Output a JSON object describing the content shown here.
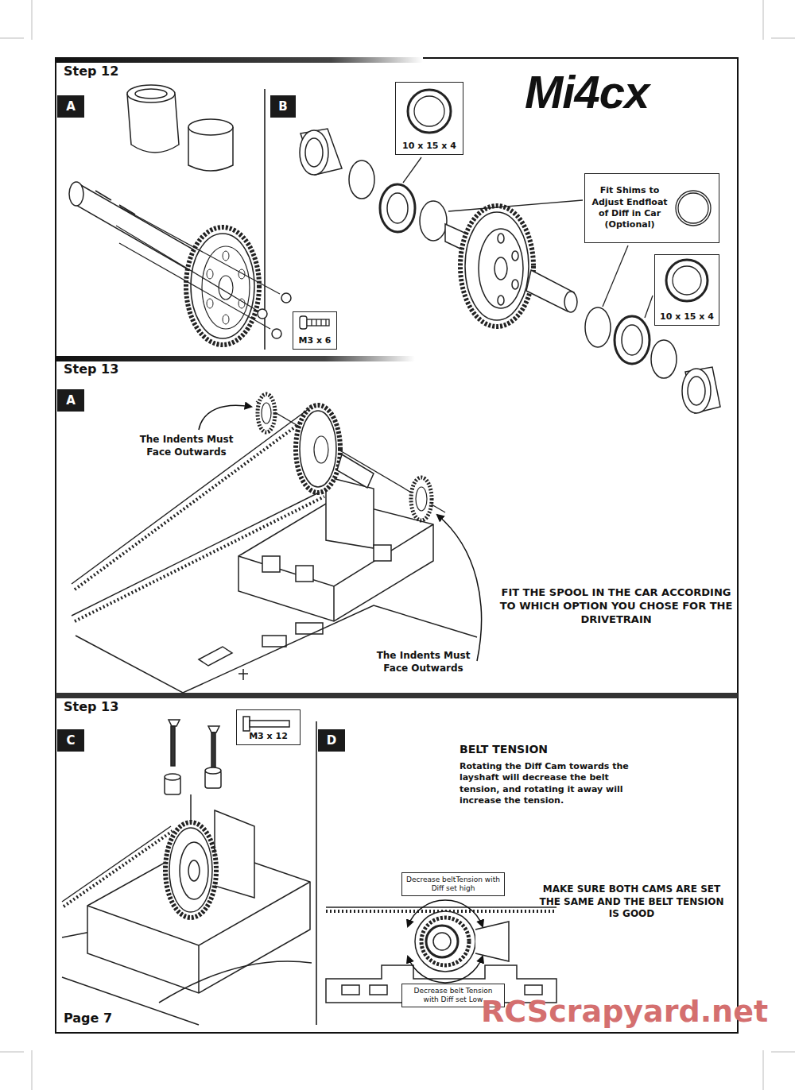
{
  "diagram": {
    "nodes": [
      {
        "text": [
          "A"
        ]
      },
      {
        "text": [
          "B"
        ]
      },
      {
        "text": [
          "10 x 15 x 4"
        ]
      },
      {
        "text": [
          "Fit Shims to Adjust Endfloat of Diff in Car (Optional)"
        ]
      },
      {
        "text": [
          "10 x 15 x 4"
        ]
      },
      {
        "text": [
          "M3 x 6"
        ]
      },
      {
        "text": [
          "A"
        ]
      },
      {
        "text": [
          "C"
        ]
      },
      {
        "text": [
          "M3 x 12"
        ]
      },
      {
        "text": [
          "D"
        ]
      },
      {
        "text": [
          "Decrease beltTension with Diff set high"
        ]
      },
      {
        "text": [
          "Decrease belt Tension with Diff set Low"
        ]
      }
    ],
    "labels": [
      "Step 12",
      "Mi4cx",
      "Step 13",
      "The Indents Must Face Outwards",
      "FIT THE SPOOL IN THE CAR ACCORDING TO WHICH OPTION YOU CHOSE FOR THE DRIVETRAIN",
      "The Indents Must Face Outwards",
      "Step 13",
      "BELT TENSION",
      "Rotating the Diff Cam towards the layshaft will decrease the belt tension, and rotating it away will increase the tension.",
      "MAKE SURE BOTH CAMS ARE SET THE SAME AND THE BELT TENSION IS GOOD",
      "Page 7",
      "RCScrapyard.net"
    ]
  }
}
